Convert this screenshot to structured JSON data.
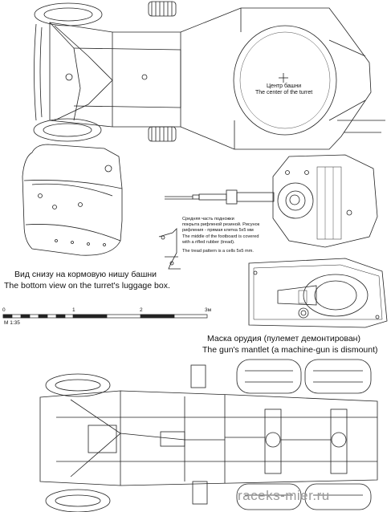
{
  "turret_center": {
    "ru": "Центр башни",
    "en": "The center of the turret"
  },
  "footboard_note": {
    "ru_line1": "Средняя часть подножки",
    "ru_line2": "покрыта рифленой резиной. Рисунок",
    "ru_line3": "рифления - прямая клетка 5x5 мм",
    "en_line1": "The middle of the footboard is covered",
    "en_line2": "with a rifled rubber (tread).",
    "en_line3": "The tread pattern is a cells 5x5 mm."
  },
  "luggage_box": {
    "ru": "Вид снизу на кормовую нишу башни",
    "en": "The bottom view on the turret's luggage box."
  },
  "mantlet": {
    "ru": "Маска орудия (пулемет демонтирован)",
    "en": "The gun's mantlet (a machine-gun is dismount)"
  },
  "scale": {
    "ticks": [
      "0",
      "1",
      "2",
      "3м"
    ],
    "ratio": "М 1:35"
  },
  "watermark": "raceks-mier.ru"
}
